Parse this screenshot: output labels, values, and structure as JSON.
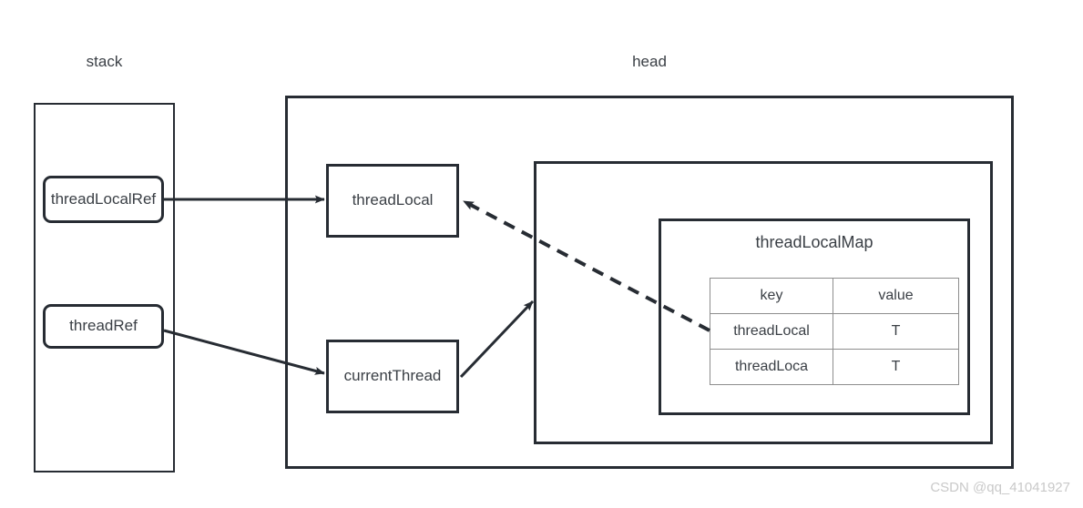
{
  "diagram": {
    "stack": {
      "label": "stack",
      "items": [
        {
          "name": "threadLocalRef",
          "label": "threadLocalRef"
        },
        {
          "name": "threadRef",
          "label": "threadRef"
        }
      ]
    },
    "head": {
      "label": "head",
      "nodes": [
        {
          "name": "threadLocal",
          "label": "threadLocal"
        },
        {
          "name": "currentThread",
          "label": "currentThread"
        }
      ],
      "thread_container": {
        "map": {
          "title": "threadLocalMap",
          "columns": [
            "key",
            "value"
          ],
          "rows": [
            {
              "key": "threadLocal",
              "value": "T"
            },
            {
              "key": "threadLoca",
              "value": "T"
            }
          ]
        }
      }
    },
    "edges": [
      {
        "name": "threadLocalRef-to-threadLocal",
        "style": "solid",
        "arrow": "end"
      },
      {
        "name": "threadRef-to-currentThread",
        "style": "solid",
        "arrow": "end"
      },
      {
        "name": "currentThread-to-thread-container",
        "style": "solid",
        "arrow": "end"
      },
      {
        "name": "map-key-to-threadLocal",
        "style": "dashed",
        "arrow": "end"
      }
    ],
    "watermark": "CSDN @qq_41041927",
    "colors": {
      "stroke": "#272c33",
      "text": "#3a3f45",
      "table_border": "#8d8d8d",
      "watermark": "#c9c9c9",
      "background": "#ffffff"
    }
  }
}
